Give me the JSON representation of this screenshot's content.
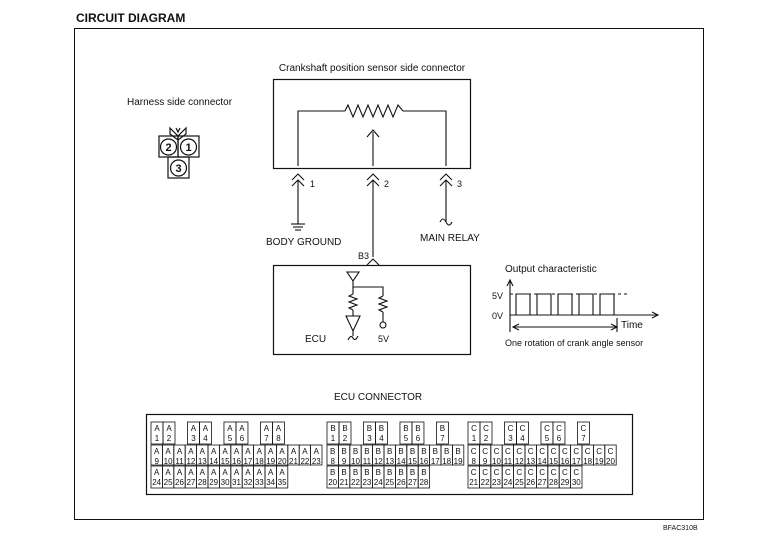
{
  "page_title": "CIRCUIT DIAGRAM",
  "harness": {
    "title": "Harness side connector",
    "pins": [
      "2",
      "1",
      "3"
    ]
  },
  "sensor": {
    "title": "Crankshaft position sensor side connector",
    "pins": [
      "1",
      "2",
      "3"
    ]
  },
  "labels": {
    "body_ground": "BODY GROUND",
    "main_relay": "MAIN RELAY",
    "b3": "B3",
    "ecu": "ECU",
    "five_v_ecu": "5V"
  },
  "output": {
    "title": "Output characteristic",
    "high": "5V",
    "low": "0V",
    "time": "Time",
    "caption": "One rotation of crank angle sensor"
  },
  "ecu_connector": {
    "title": "ECU CONNECTOR",
    "groups": [
      {
        "name": "A",
        "rows": [
          [
            [
              "A",
              "1"
            ],
            [
              "A",
              "2"
            ],
            [
              "A",
              "3"
            ],
            [
              "A",
              "4"
            ],
            [
              "A",
              "5"
            ],
            [
              "A",
              "6"
            ],
            [
              "A",
              "7"
            ],
            [
              "A",
              "8"
            ]
          ],
          [
            [
              "A",
              "9"
            ],
            [
              "A",
              "10"
            ],
            [
              "A",
              "11"
            ],
            [
              "A",
              "12"
            ],
            [
              "A",
              "13"
            ],
            [
              "A",
              "14"
            ],
            [
              "A",
              "15"
            ],
            [
              "A",
              "16"
            ],
            [
              "A",
              "17"
            ],
            [
              "A",
              "18"
            ],
            [
              "A",
              "19"
            ],
            [
              "A",
              "20"
            ],
            [
              "A",
              "21"
            ],
            [
              "A",
              "22"
            ],
            [
              "A",
              "23"
            ]
          ],
          [
            [
              "A",
              "24"
            ],
            [
              "A",
              "25"
            ],
            [
              "A",
              "26"
            ],
            [
              "A",
              "27"
            ],
            [
              "A",
              "28"
            ],
            [
              "A",
              "29"
            ],
            [
              "A",
              "30"
            ],
            [
              "A",
              "31"
            ],
            [
              "A",
              "32"
            ],
            [
              "A",
              "33"
            ],
            [
              "A",
              "34"
            ],
            [
              "A",
              "35"
            ]
          ]
        ]
      },
      {
        "name": "B",
        "rows": [
          [
            [
              "B",
              "1"
            ],
            [
              "B",
              "2"
            ],
            [
              "B",
              "3"
            ],
            [
              "B",
              "4"
            ],
            [
              "B",
              "5"
            ],
            [
              "B",
              "6"
            ],
            [
              "B",
              "7"
            ]
          ],
          [
            [
              "B",
              "8"
            ],
            [
              "B",
              "9"
            ],
            [
              "B",
              "10"
            ],
            [
              "B",
              "11"
            ],
            [
              "B",
              "12"
            ],
            [
              "B",
              "13"
            ],
            [
              "B",
              "14"
            ],
            [
              "B",
              "15"
            ],
            [
              "B",
              "16"
            ],
            [
              "B",
              "17"
            ],
            [
              "B",
              "18"
            ],
            [
              "B",
              "19"
            ]
          ],
          [
            [
              "B",
              "20"
            ],
            [
              "B",
              "21"
            ],
            [
              "B",
              "22"
            ],
            [
              "B",
              "23"
            ],
            [
              "B",
              "24"
            ],
            [
              "B",
              "25"
            ],
            [
              "B",
              "26"
            ],
            [
              "B",
              "27"
            ],
            [
              "B",
              "28"
            ]
          ]
        ]
      },
      {
        "name": "C",
        "rows": [
          [
            [
              "C",
              "1"
            ],
            [
              "C",
              "2"
            ],
            [
              "C",
              "3"
            ],
            [
              "C",
              "4"
            ],
            [
              "C",
              "5"
            ],
            [
              "C",
              "6"
            ],
            [
              "C",
              "7"
            ]
          ],
          [
            [
              "C",
              "8"
            ],
            [
              "C",
              "9"
            ],
            [
              "C",
              "10"
            ],
            [
              "C",
              "11"
            ],
            [
              "C",
              "12"
            ],
            [
              "C",
              "13"
            ],
            [
              "C",
              "14"
            ],
            [
              "C",
              "15"
            ],
            [
              "C",
              "16"
            ],
            [
              "C",
              "17"
            ],
            [
              "C",
              "18"
            ],
            [
              "C",
              "19"
            ],
            [
              "C",
              "20"
            ]
          ],
          [
            [
              "C",
              "21"
            ],
            [
              "C",
              "22"
            ],
            [
              "C",
              "23"
            ],
            [
              "C",
              "24"
            ],
            [
              "C",
              "25"
            ],
            [
              "C",
              "26"
            ],
            [
              "C",
              "27"
            ],
            [
              "C",
              "28"
            ],
            [
              "C",
              "29"
            ],
            [
              "C",
              "30"
            ]
          ]
        ]
      }
    ]
  },
  "code": "BFAC310B"
}
